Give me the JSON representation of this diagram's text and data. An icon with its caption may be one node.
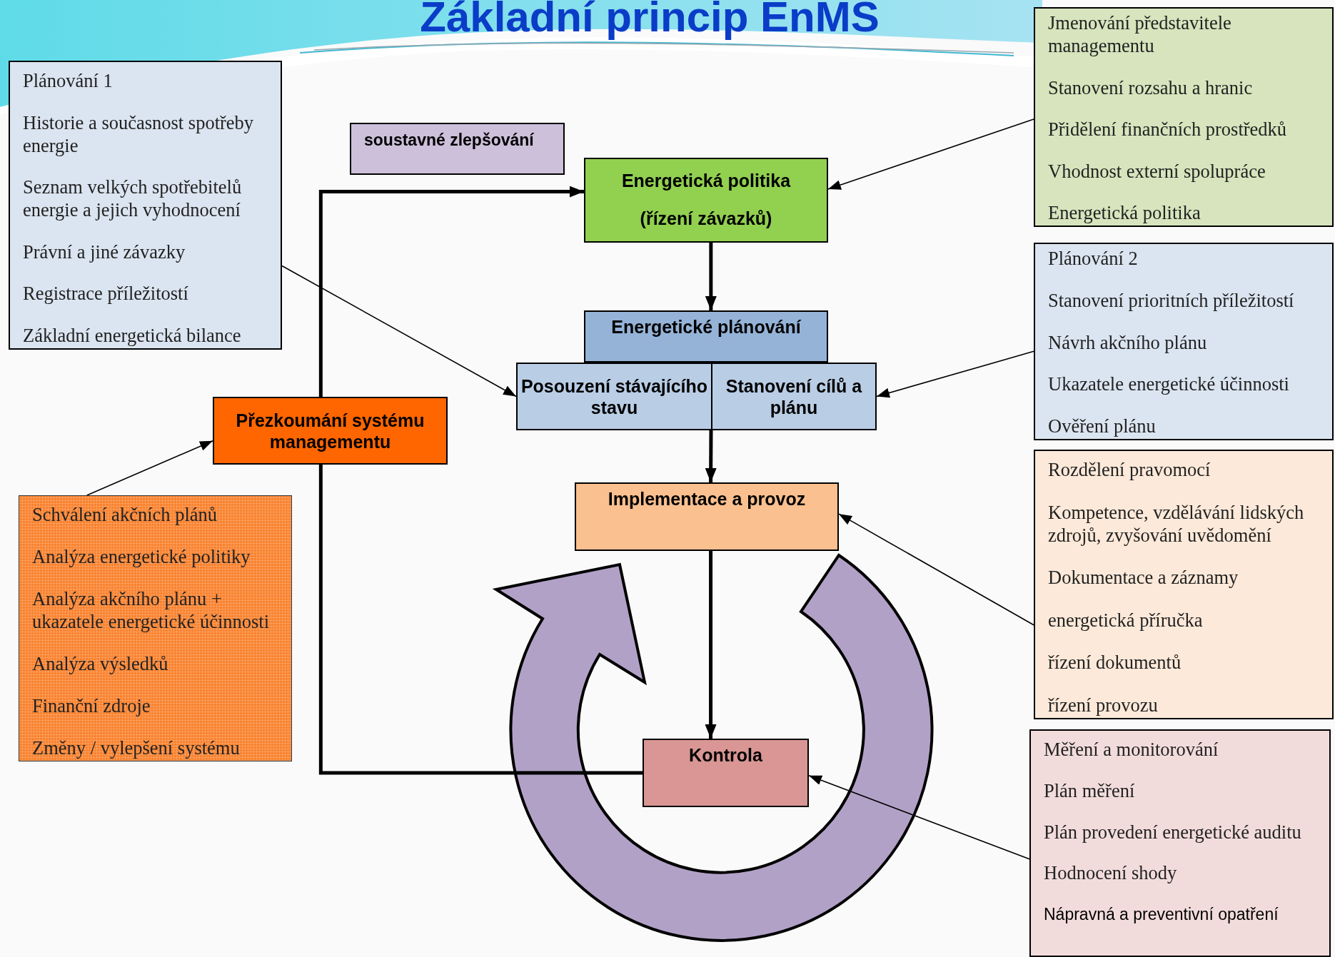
{
  "diagram": {
    "title": "Základní princip EnMS",
    "nodes": [
      {
        "text": [
          "Plánování 1",
          "Historie a současnost spotřeby energie",
          "Seznam velkých spotřebitelů energie a jejich vyhodnocení",
          "Právní a jiné závazky",
          "Registrace příležitostí",
          "Základní energetická bilance"
        ]
      },
      {
        "text": [
          "soustavné zlepšování"
        ]
      },
      {
        "text": [
          "Energetická politika",
          "(řízení závazků)"
        ]
      },
      {
        "text": [
          "Jmenování představitele managementu",
          "Stanovení rozsahu a hranic",
          "Přidělení finančních prostředků",
          "Vhodnost externí spolupráce",
          "Energetická politika"
        ]
      },
      {
        "text": [
          "Energetické plánování"
        ]
      },
      {
        "text": [
          "Posouzení stávajícího stavu"
        ]
      },
      {
        "text": [
          "Stanovení cílů a plánu"
        ]
      },
      {
        "text": [
          "Plánování 2",
          "Stanovení prioritních příležitostí",
          "Návrh akčního plánu",
          "Ukazatele energetické účinnosti",
          "Ověření plánu"
        ]
      },
      {
        "text": [
          "Přezkoumání systému managementu"
        ]
      },
      {
        "text": [
          "Schválení akčních plánů",
          "Analýza energetické politiky",
          "Analýza akčního plánu + ukazatele energetické účinnosti",
          "Analýza výsledků",
          "Finanční zdroje",
          "Změny / vylepšení systému"
        ]
      },
      {
        "text": [
          "Implementace a provoz"
        ]
      },
      {
        "text": [
          "Rozdělení pravomocí",
          "Kompetence, vzdělávání lidských zdrojů, zvyšování uvědomění",
          "Dokumentace a záznamy",
          "energetická příručka",
          "řízení dokumentů",
          "řízení provozu"
        ]
      },
      {
        "text": [
          "Kontrola"
        ]
      },
      {
        "text": [
          "Měření a monitorování",
          "Plán měření",
          "Plán provedení energetické auditu",
          "Hodnocení shody",
          "Nápravná a preventivní opatření"
        ]
      }
    ],
    "edges": [
      {
        "from": 0,
        "to": 5,
        "arrow": "to"
      },
      {
        "from": 3,
        "to": 2,
        "arrow": "to"
      },
      {
        "from": 7,
        "to": 6,
        "arrow": "to"
      },
      {
        "from": 11,
        "to": 10,
        "arrow": "to"
      },
      {
        "from": 13,
        "to": 12,
        "arrow": "to"
      },
      {
        "from": 9,
        "to": 8,
        "arrow": "to"
      },
      {
        "from": 2,
        "to": 4,
        "arrow": "to",
        "style": "thick"
      },
      {
        "from": 6,
        "to": 10,
        "arrow": "to",
        "style": "thick"
      },
      {
        "from": 10,
        "to": 12,
        "arrow": "to",
        "style": "thick"
      },
      {
        "from": 12,
        "to": 8,
        "arrow": "none",
        "style": "thick"
      },
      {
        "from": 8,
        "to": 2,
        "arrow": "to",
        "style": "thick"
      }
    ]
  }
}
